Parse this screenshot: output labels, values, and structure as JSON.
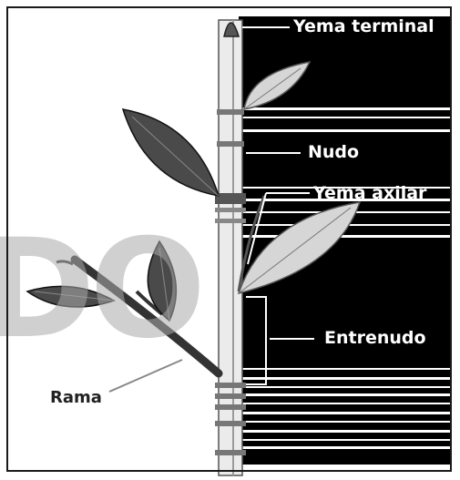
{
  "labels": {
    "terminal_bud": "Yema terminal",
    "node": "Nudo",
    "axillary_bud": "Yema axilar",
    "internode": "Entrenudo",
    "branch": "Rama"
  },
  "watermark": {
    "text": "DO"
  },
  "colors": {
    "background": "#ffffff",
    "panel": "#000000",
    "leaf_dark": "#4a4a4a",
    "leaf_light": "#d6d6d6",
    "stem": "#e8e8e8",
    "watermark": "#aaaaaa"
  }
}
